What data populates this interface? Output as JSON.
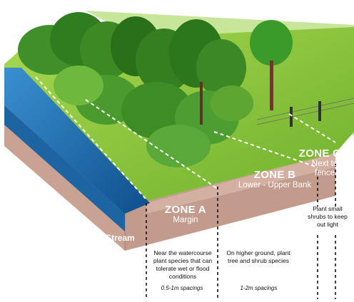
{
  "zones": [
    {
      "id": "a",
      "title": "ZONE A",
      "subtitle": "Margin",
      "description": "Near the watercourse plant species that can tolerate wet or flood conditions",
      "spacing": "0.5-1m spacings"
    },
    {
      "id": "b",
      "title": "ZONE B",
      "subtitle": "Lower - Upper Bank",
      "description": "On higher ground, plant tree and shrub species",
      "spacing": "1-2m spacings"
    },
    {
      "id": "c",
      "title": "ZONE C",
      "subtitle": "Next to fence",
      "description": "Plant small shrubs to keep out light",
      "spacing": ""
    }
  ],
  "stream_label": "Stream",
  "colors": {
    "soil": "#c39b8c",
    "soil_top": "#d6b3a4",
    "grass": "#8cc63f",
    "water": "#1f6fae",
    "trees": "#2f7d1f"
  }
}
